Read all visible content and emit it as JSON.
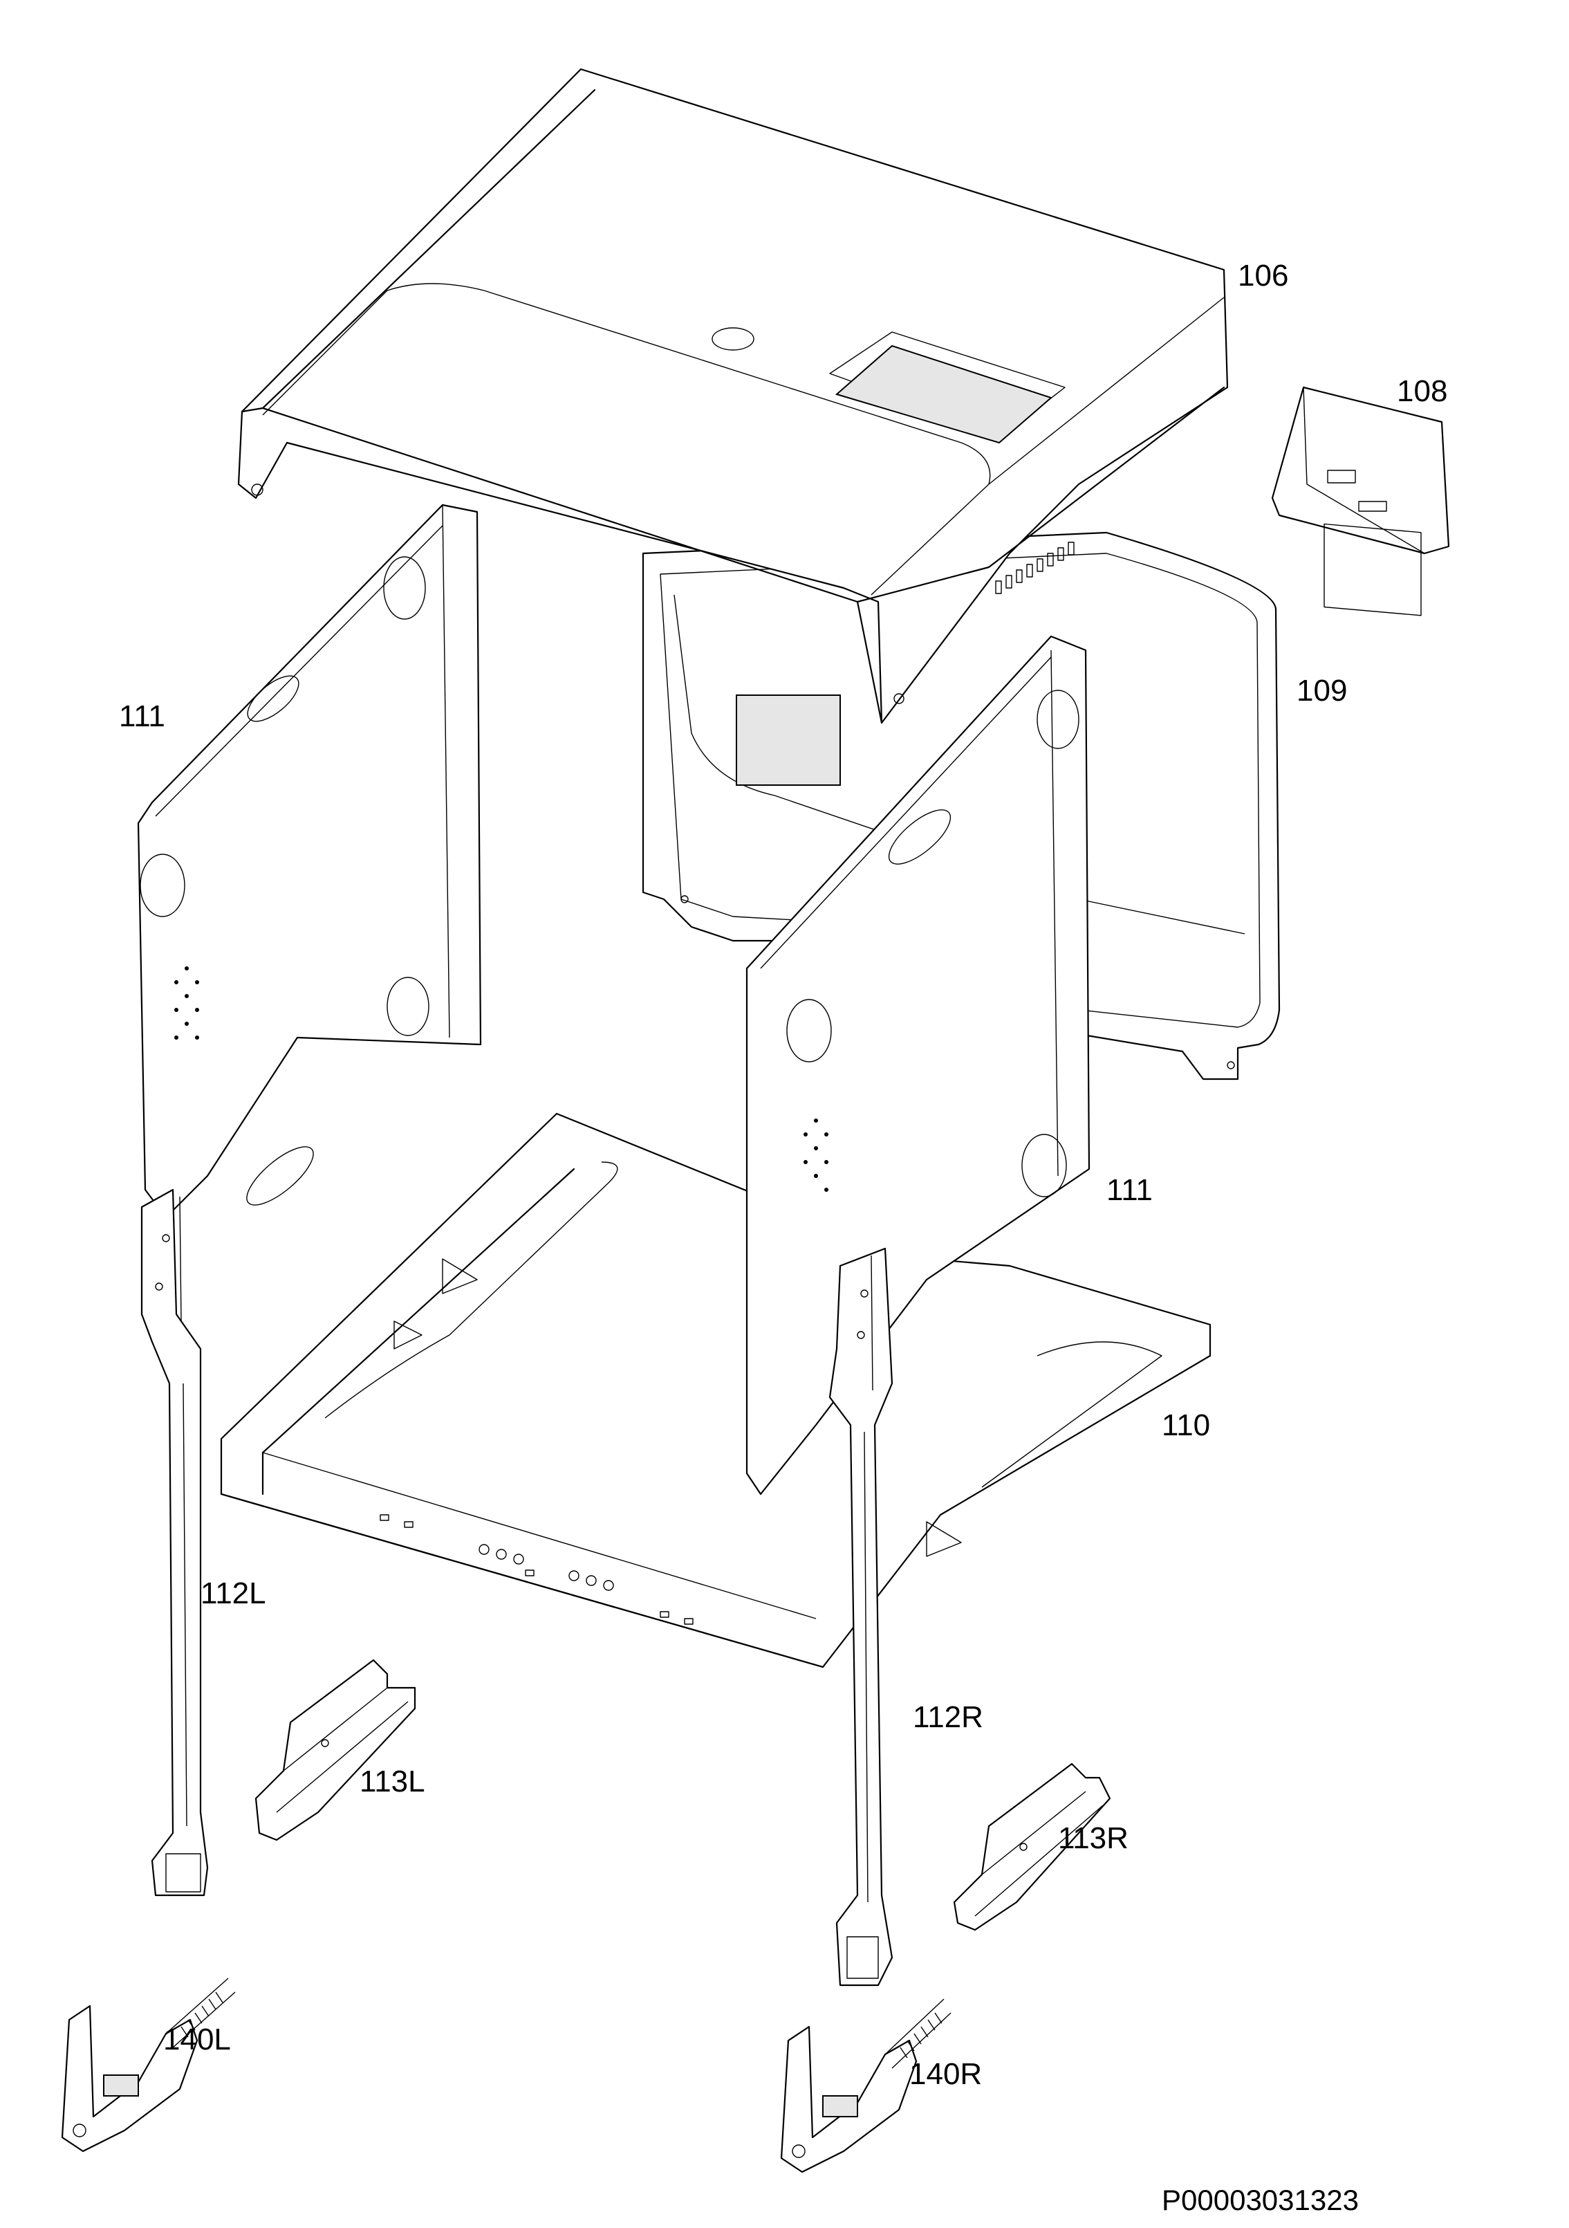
{
  "diagram": {
    "parts": [
      {
        "id": "106",
        "label": "106"
      },
      {
        "id": "108",
        "label": "108"
      },
      {
        "id": "109",
        "label": "109"
      },
      {
        "id": "110",
        "label": "110"
      },
      {
        "id": "111a",
        "label": "111"
      },
      {
        "id": "111b",
        "label": "111"
      },
      {
        "id": "112L",
        "label": "112L"
      },
      {
        "id": "112R",
        "label": "112R"
      },
      {
        "id": "113L",
        "label": "113L"
      },
      {
        "id": "113R",
        "label": "113R"
      },
      {
        "id": "140L",
        "label": "140L"
      },
      {
        "id": "140R",
        "label": "140R"
      }
    ],
    "drawing_code": "P00003031323"
  }
}
